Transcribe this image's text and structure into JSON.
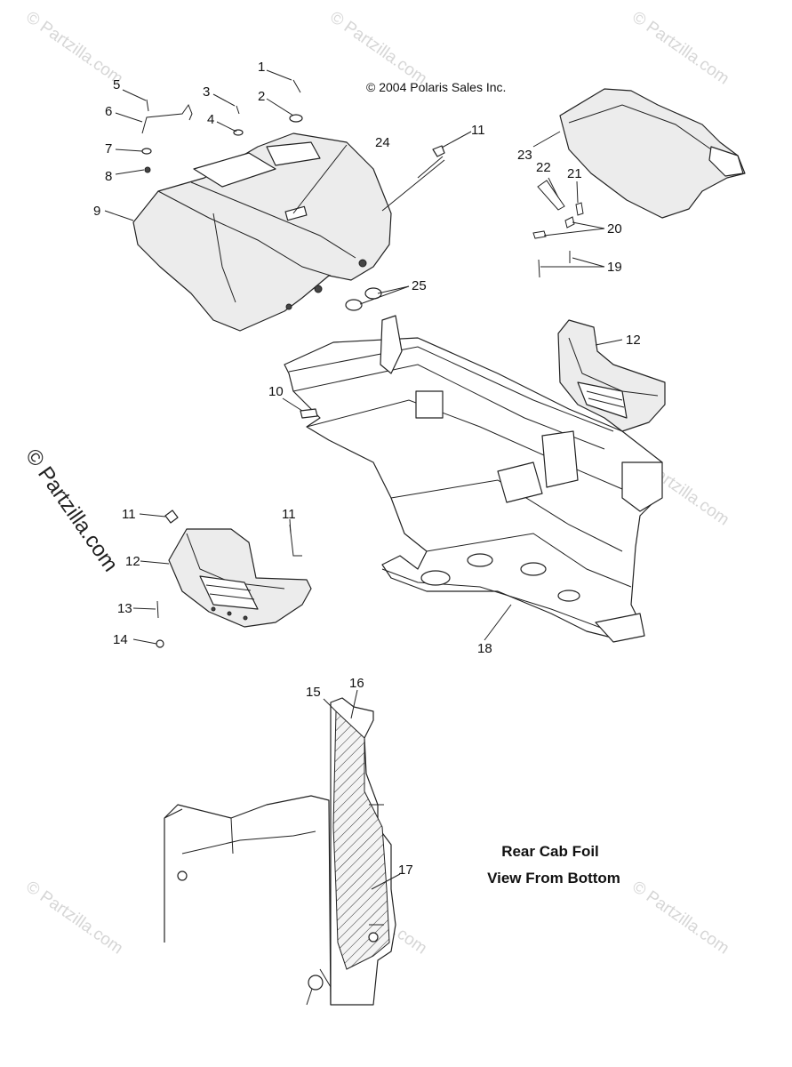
{
  "copyright": "© 2004 Polaris Sales Inc.",
  "watermark": "© Partzilla.com",
  "caption": {
    "line1": "Rear Cab Foil",
    "line2": "View From Bottom"
  },
  "callouts": {
    "c1": "1",
    "c2": "2",
    "c3": "3",
    "c4": "4",
    "c5": "5",
    "c6": "6",
    "c7": "7",
    "c8": "8",
    "c9": "9",
    "c10": "10",
    "c11a": "11",
    "c11b": "11",
    "c11c": "11",
    "c12a": "12",
    "c12b": "12",
    "c13": "13",
    "c14": "14",
    "c15": "15",
    "c16": "16",
    "c17": "17",
    "c18": "18",
    "c19": "19",
    "c20": "20",
    "c21": "21",
    "c22": "22",
    "c23": "23",
    "c24": "24",
    "c25": "25"
  }
}
